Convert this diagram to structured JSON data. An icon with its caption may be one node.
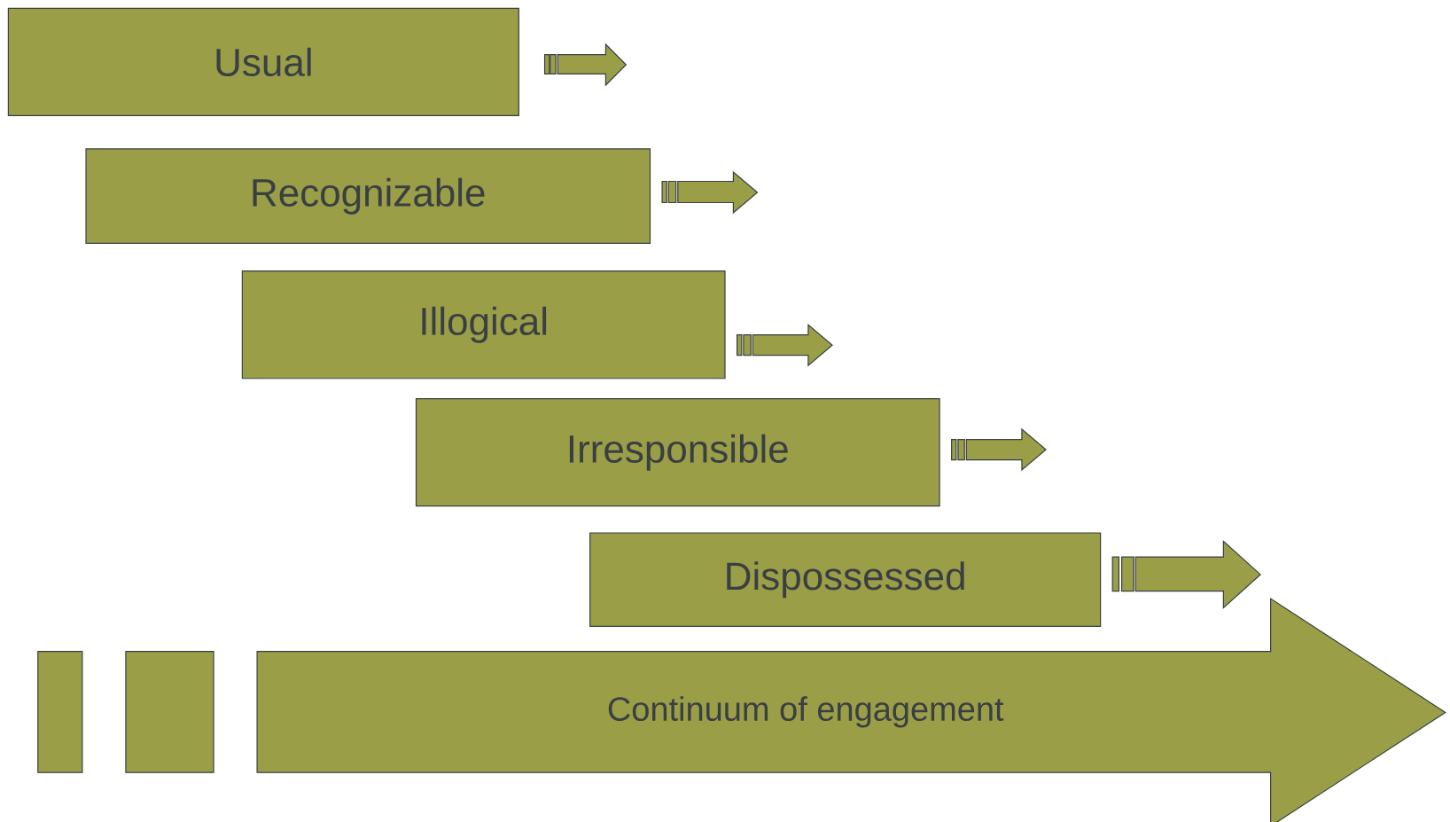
{
  "diagram": {
    "nodes": [
      {
        "text": [
          "Usual"
        ]
      },
      {
        "text": [
          "Recognizable"
        ]
      },
      {
        "text": [
          "Illogical"
        ]
      },
      {
        "text": [
          "Irresponsible"
        ]
      },
      {
        "text": [
          "Dispossessed"
        ]
      },
      {
        "text": [
          "Continuum of engagement"
        ]
      }
    ]
  }
}
